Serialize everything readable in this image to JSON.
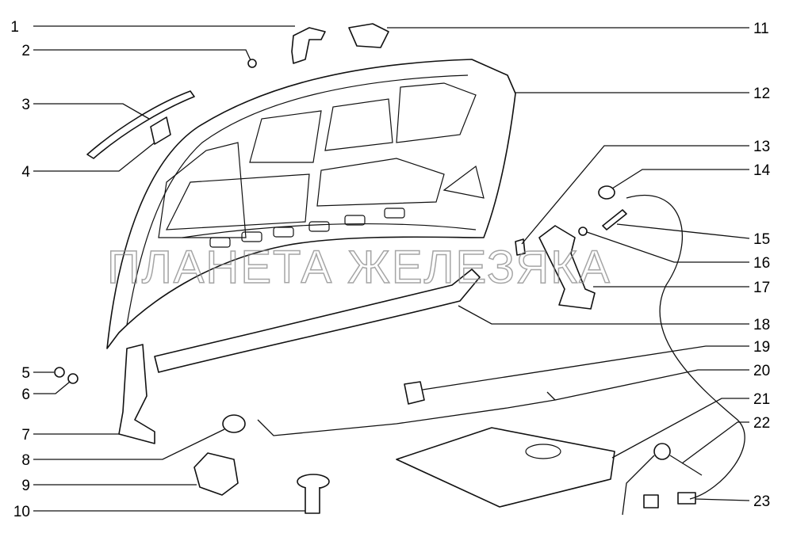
{
  "watermark": "ПЛАНЕТА ЖЕЛЕЗЯКА",
  "callouts_left": [
    "1",
    "2",
    "3",
    "4",
    "5",
    "6",
    "7",
    "8",
    "9",
    "10"
  ],
  "callouts_right": [
    "11",
    "12",
    "13",
    "14",
    "15",
    "16",
    "17",
    "18",
    "19",
    "20",
    "21",
    "22",
    "23"
  ]
}
